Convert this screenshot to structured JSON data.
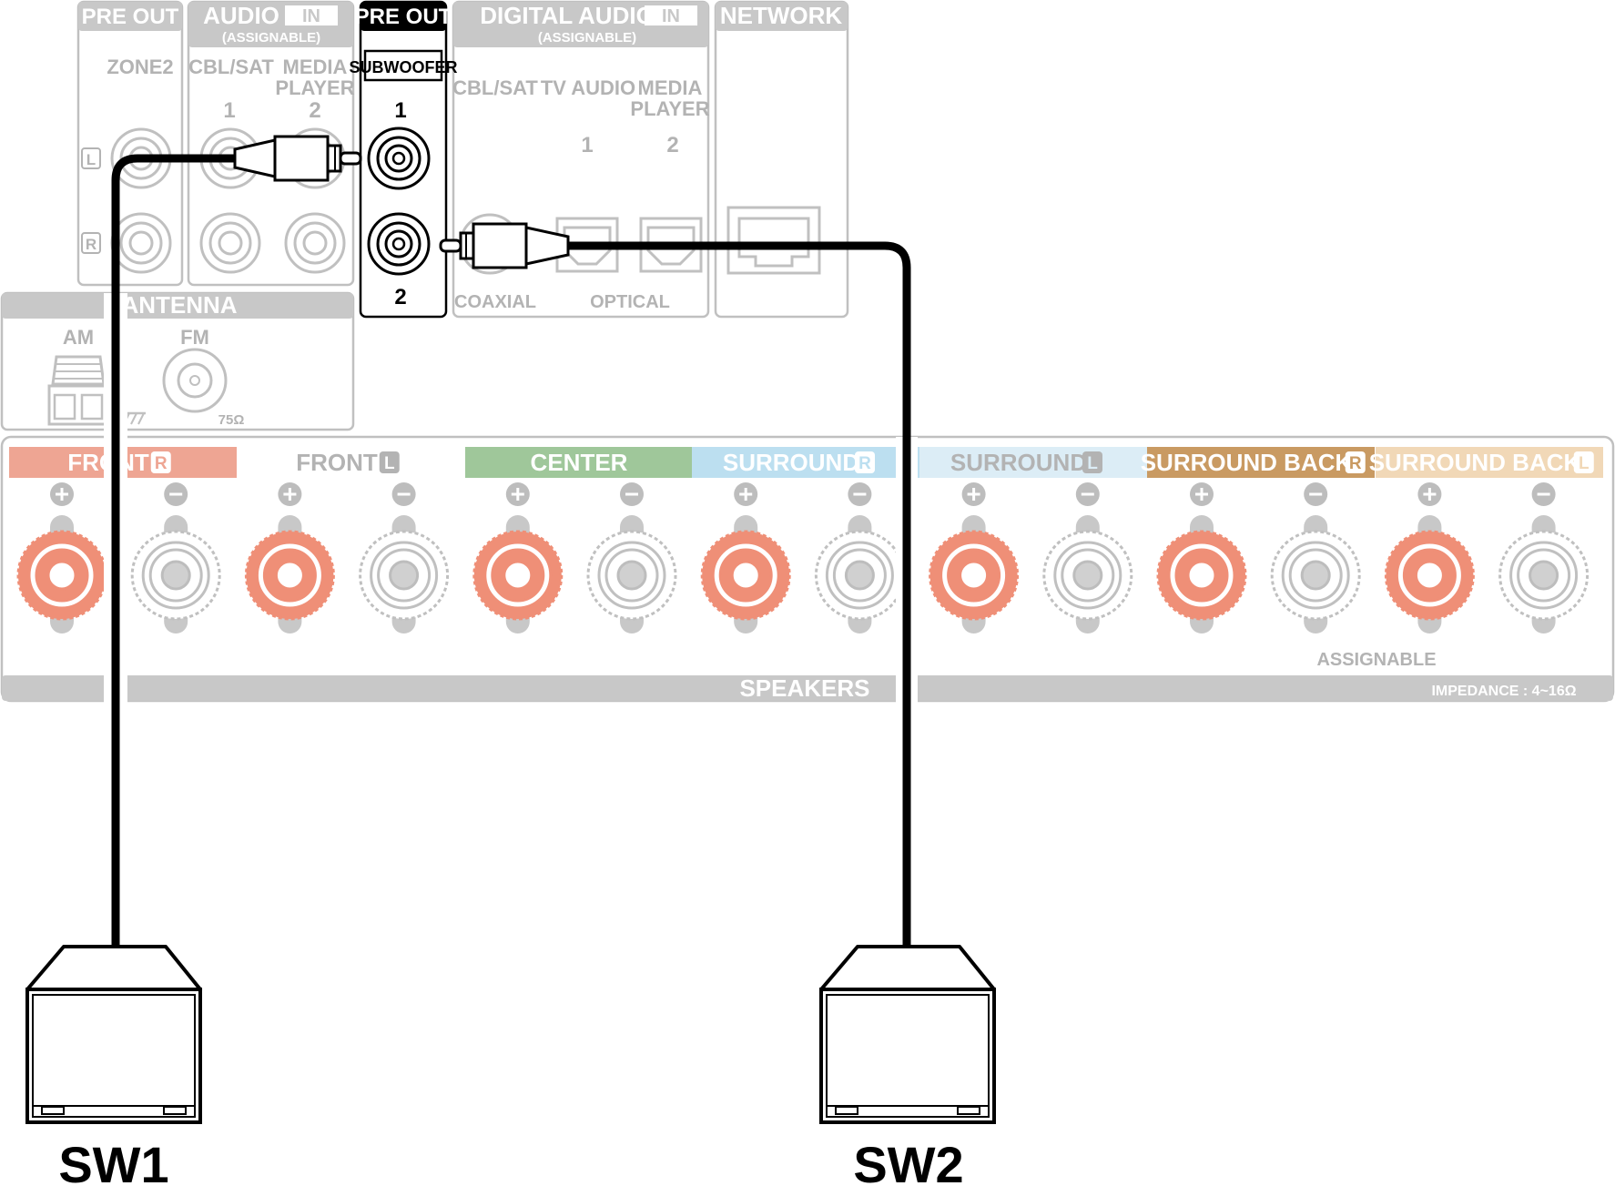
{
  "colors": {
    "panel_gray": "#c8c8c8",
    "panel_stroke": "#c0c0c0",
    "dim_text": "#b3b3b3",
    "cable": "#000000",
    "front_r": "#eea593",
    "center": "#9fc79a",
    "surround": "#bcdff0",
    "surround_l": "#dcedf6",
    "surround_back_r": "#c99a62",
    "surround_back_l": "#f1d8b7",
    "terminal_red": "#ef8f77",
    "terminal_white": "#ffffff"
  },
  "top_panels": {
    "pre_out_zone2": {
      "title": "PRE OUT",
      "label": "ZONE2",
      "side_l": "L",
      "side_r": "R"
    },
    "audio_in": {
      "title": "AUDIO",
      "badge": "IN",
      "subtitle": "(ASSIGNABLE)",
      "inputs": [
        "CBL/SAT",
        "MEDIA",
        "PLAYER"
      ],
      "nums": [
        "1",
        "2"
      ]
    },
    "pre_out_sub": {
      "title": "PRE OUT",
      "label": "SUBWOOFER",
      "num1": "1",
      "num2": "2"
    },
    "digital_audio_in": {
      "title": "DIGITAL AUDIO",
      "badge": "IN",
      "subtitle": "(ASSIGNABLE)",
      "inputs": [
        "CBL/SAT",
        "TV AUDIO",
        "MEDIA",
        "PLAYER"
      ],
      "nums": [
        "1",
        "2"
      ],
      "coaxial": "COAXIAL",
      "optical": "OPTICAL"
    },
    "network": {
      "title": "NETWORK"
    }
  },
  "antenna": {
    "title": "ANTENNA",
    "am": "AM",
    "fm": "FM",
    "impedance": "75Ω"
  },
  "speakers": {
    "groups": [
      {
        "label": "FRONT",
        "side": "R"
      },
      {
        "label": "FRONT",
        "side": "L"
      },
      {
        "label": "CENTER",
        "side": ""
      },
      {
        "label": "SURROUND",
        "side": "R"
      },
      {
        "label": "SURROUND",
        "side": "L"
      },
      {
        "label": "SURROUND BACK",
        "side": "R"
      },
      {
        "label": "SURROUND BACK",
        "side": "L"
      }
    ],
    "assignable": "ASSIGNABLE",
    "footer": "SPEAKERS",
    "impedance": "IMPEDANCE : 4~16Ω"
  },
  "subwoofers": [
    {
      "label": "SW1"
    },
    {
      "label": "SW2"
    }
  ]
}
